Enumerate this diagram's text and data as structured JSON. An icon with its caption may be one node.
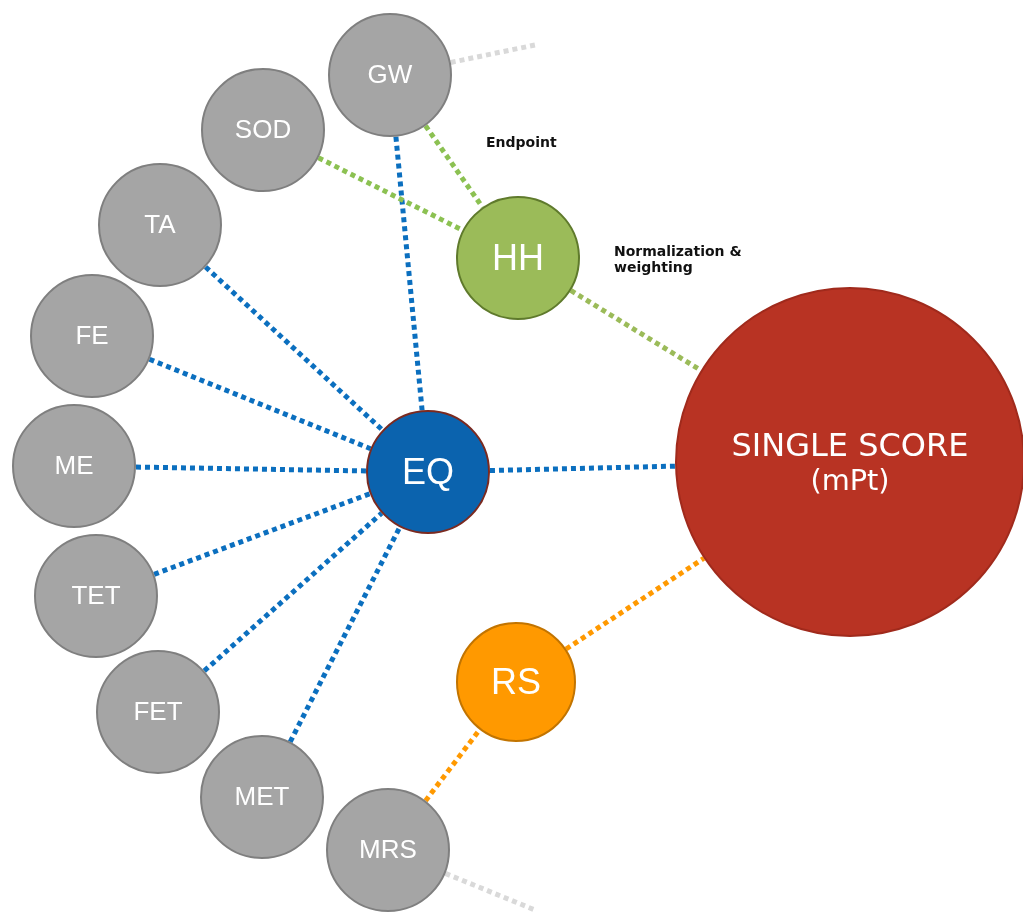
{
  "diagram": {
    "nodes": [
      {
        "text": [
          "GW"
        ]
      },
      {
        "text": [
          "SOD"
        ]
      },
      {
        "text": [
          "TA"
        ]
      },
      {
        "text": [
          "FE"
        ]
      },
      {
        "text": [
          "ME"
        ]
      },
      {
        "text": [
          "TET"
        ]
      },
      {
        "text": [
          "FET"
        ]
      },
      {
        "text": [
          "MET"
        ]
      },
      {
        "text": [
          "MRS"
        ]
      },
      {
        "text": [
          "HH"
        ]
      },
      {
        "text": [
          "EQ"
        ]
      },
      {
        "text": [
          "RS"
        ]
      },
      {
        "text": [
          "SINGLE SCORE",
          "(mPt)"
        ]
      }
    ],
    "edges": [
      {
        "from": 0,
        "to": 10,
        "arrow": "none"
      },
      {
        "from": 2,
        "to": 10,
        "arrow": "none"
      },
      {
        "from": 3,
        "to": 10,
        "arrow": "none"
      },
      {
        "from": 4,
        "to": 10,
        "arrow": "none"
      },
      {
        "from": 5,
        "to": 10,
        "arrow": "none"
      },
      {
        "from": 6,
        "to": 10,
        "arrow": "none"
      },
      {
        "from": 7,
        "to": 10,
        "arrow": "none"
      },
      {
        "from": 10,
        "to": 12,
        "arrow": "none"
      },
      {
        "from": 0,
        "to": 9,
        "arrow": "none",
        "color": "#8cc152"
      },
      {
        "from": 1,
        "to": 9,
        "arrow": "none",
        "color": "#8cc152"
      },
      {
        "from": 9,
        "to": 12,
        "arrow": "none",
        "color": "#9bbb59"
      },
      {
        "from": 8,
        "to": 11,
        "arrow": "none",
        "color": "#ff9900"
      },
      {
        "from": 11,
        "to": 12,
        "arrow": "none",
        "color": "#ff9900"
      },
      {
        "from": 0,
        "to": null,
        "arrow": "none",
        "color": "#d9d9d9"
      },
      {
        "from": 8,
        "to": null,
        "arrow": "none",
        "color": "#d9d9d9"
      }
    ],
    "labels": [
      "Endpoint",
      "Normalization & weighting"
    ]
  }
}
